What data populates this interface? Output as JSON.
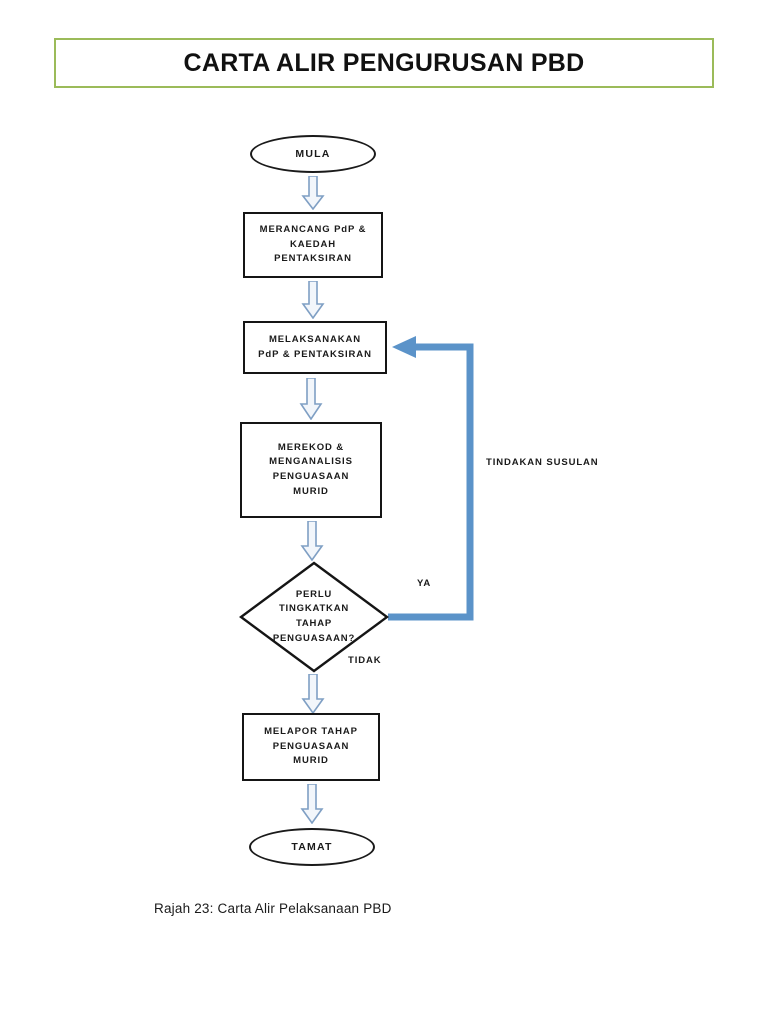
{
  "document": {
    "title_banner": "CARTA ALIR PENGURUSAN PBD",
    "caption": "Rajah 23: Carta Alir Pelaksanaan PBD"
  },
  "colors": {
    "banner_border": "#9bbb59",
    "node_border": "#151515",
    "arrow_outline": "#7f9fc4",
    "arrow_fill": "#f2f6fb",
    "feedback_line": "#5b93c9",
    "text": "#1a1a1a"
  },
  "flowchart": {
    "nodes": [
      {
        "id": "mula",
        "type": "terminator",
        "label": "MULA"
      },
      {
        "id": "merancang",
        "type": "process",
        "label": "MERANCANG PdP &\nKAEDAH\nPENTAKSIRAN"
      },
      {
        "id": "melaksanakan",
        "type": "process",
        "label": "MELAKSANAKAN\nPdP & PENTAKSIRAN"
      },
      {
        "id": "merekod",
        "type": "process",
        "label": "MEREKOD &\nMENGANALISIS\nPENGUASAAN\nMURID"
      },
      {
        "id": "keputusan",
        "type": "decision",
        "label": "PERLU\nTINGKATKAN\nTAHAP\nPENGUASAAN?"
      },
      {
        "id": "melapor",
        "type": "process",
        "label": "MELAPOR TAHAP\nPENGUASAAN\nMURID"
      },
      {
        "id": "tamat",
        "type": "terminator",
        "label": "TAMAT"
      }
    ],
    "edge_labels": {
      "ya": "YA",
      "tidak": "TIDAK",
      "tindakan_susulan": "TINDAKAN SUSULAN"
    }
  }
}
